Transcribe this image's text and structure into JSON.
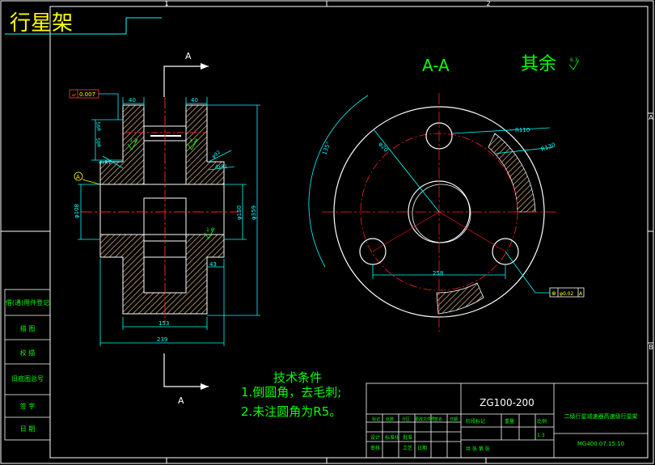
{
  "drawing": {
    "part_name": "行星架",
    "section_label": "A",
    "section_title": "A-A",
    "other_roughness": "其余",
    "other_roughness_value": "6.3",
    "zone_top": [
      "1",
      "2"
    ],
    "zone_right": [
      "A",
      "B"
    ]
  },
  "front_view": {
    "flatness_box": "0.007",
    "datum": "A",
    "dims": {
      "w_left": "40",
      "w_right": "40",
      "d108": "φ108",
      "d150": "φ150",
      "d359": "φ359",
      "h153": "153",
      "h239": "239",
      "h43": "43",
      "r1": "4xR1",
      "r2": "4xR1",
      "d92": "φ92",
      "d85": "φ85",
      "d95": "φ95",
      "ra32a": "3.2",
      "ra32b": "3.2",
      "ra16": "1.6"
    }
  },
  "section_view": {
    "r110": "R110",
    "r130": "R130",
    "r20": "φ20",
    "ang135": "135°",
    "d258": "258",
    "pos_tol": "φ0.02",
    "pos_datum": "A"
  },
  "tech_notes": {
    "title": "技术条件",
    "line1": "1.倒圆角，去毛刺;",
    "line2": "2.未注圆角为R5。"
  },
  "left_block": [
    "借(通)用件登记",
    "描  图",
    "校  描",
    "旧底图总号",
    "签  字",
    "日  期"
  ],
  "title_block": {
    "drawing_no": "ZG100-200",
    "name": "二级行星减速器高速级行星架",
    "code": "MG400.07.15.10",
    "scale": "1:3",
    "scale_label": "比例",
    "mass_label": "重量",
    "stage_label": "阶段标记",
    "count_label": "共  张  第  张",
    "rev_headers": [
      "标记",
      "处数",
      "分区",
      "更改文件号",
      "签名",
      "日期"
    ],
    "design": "设计",
    "check": "审核",
    "process": "工艺",
    "standard": "标准化",
    "approve": "批准",
    "date": "日期"
  },
  "colors": {
    "border": "#ffffff",
    "outline": "#ffffff",
    "dimension": "#00ffff",
    "text": "#00ff00",
    "centerline": "#ff2020",
    "title": "#ffff00"
  }
}
